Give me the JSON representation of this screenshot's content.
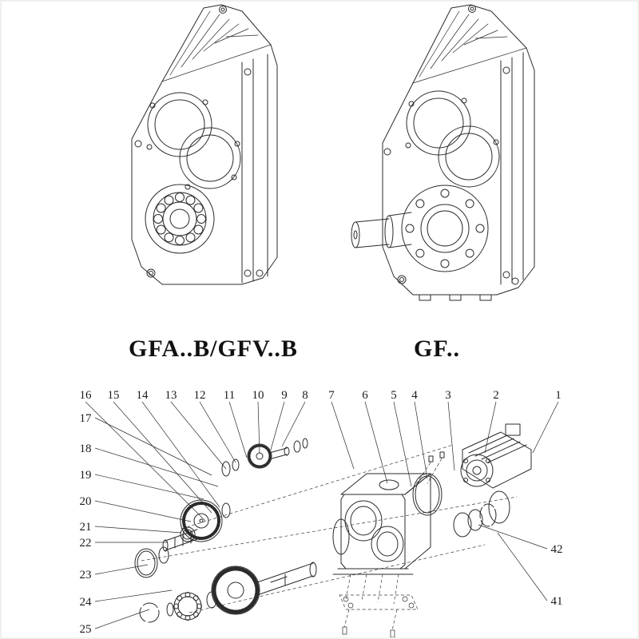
{
  "page": {
    "title_left": "GFA..B/GFV..B",
    "title_right": "GF.."
  },
  "exploded": {
    "callouts_top": [
      "16",
      "15",
      "14",
      "13",
      "12",
      "11",
      "10",
      "9",
      "8",
      "7",
      "6",
      "5",
      "4",
      "3",
      "2",
      "1"
    ],
    "callouts_left": [
      "17",
      "18",
      "19",
      "20",
      "21",
      "22",
      "23",
      "24",
      "25"
    ],
    "callouts_right": [
      "42",
      "41"
    ]
  },
  "colors": {
    "line": "#2b2b2b",
    "paper": "#ffffff"
  }
}
